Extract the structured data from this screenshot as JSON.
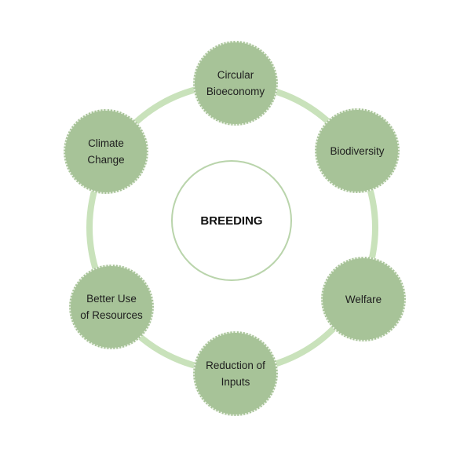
{
  "diagram": {
    "center_label": "BREEDING",
    "nodes": [
      "Circular\nBioeconomy",
      "Biodiversity",
      "Welfare",
      "Reduction of\nInputs",
      "Better Use\nof Resources",
      "Climate\nChange"
    ],
    "colors": {
      "node_fill": "#a7c398",
      "ring": "#c9e2bb",
      "center_border": "#b9d4ab"
    }
  }
}
